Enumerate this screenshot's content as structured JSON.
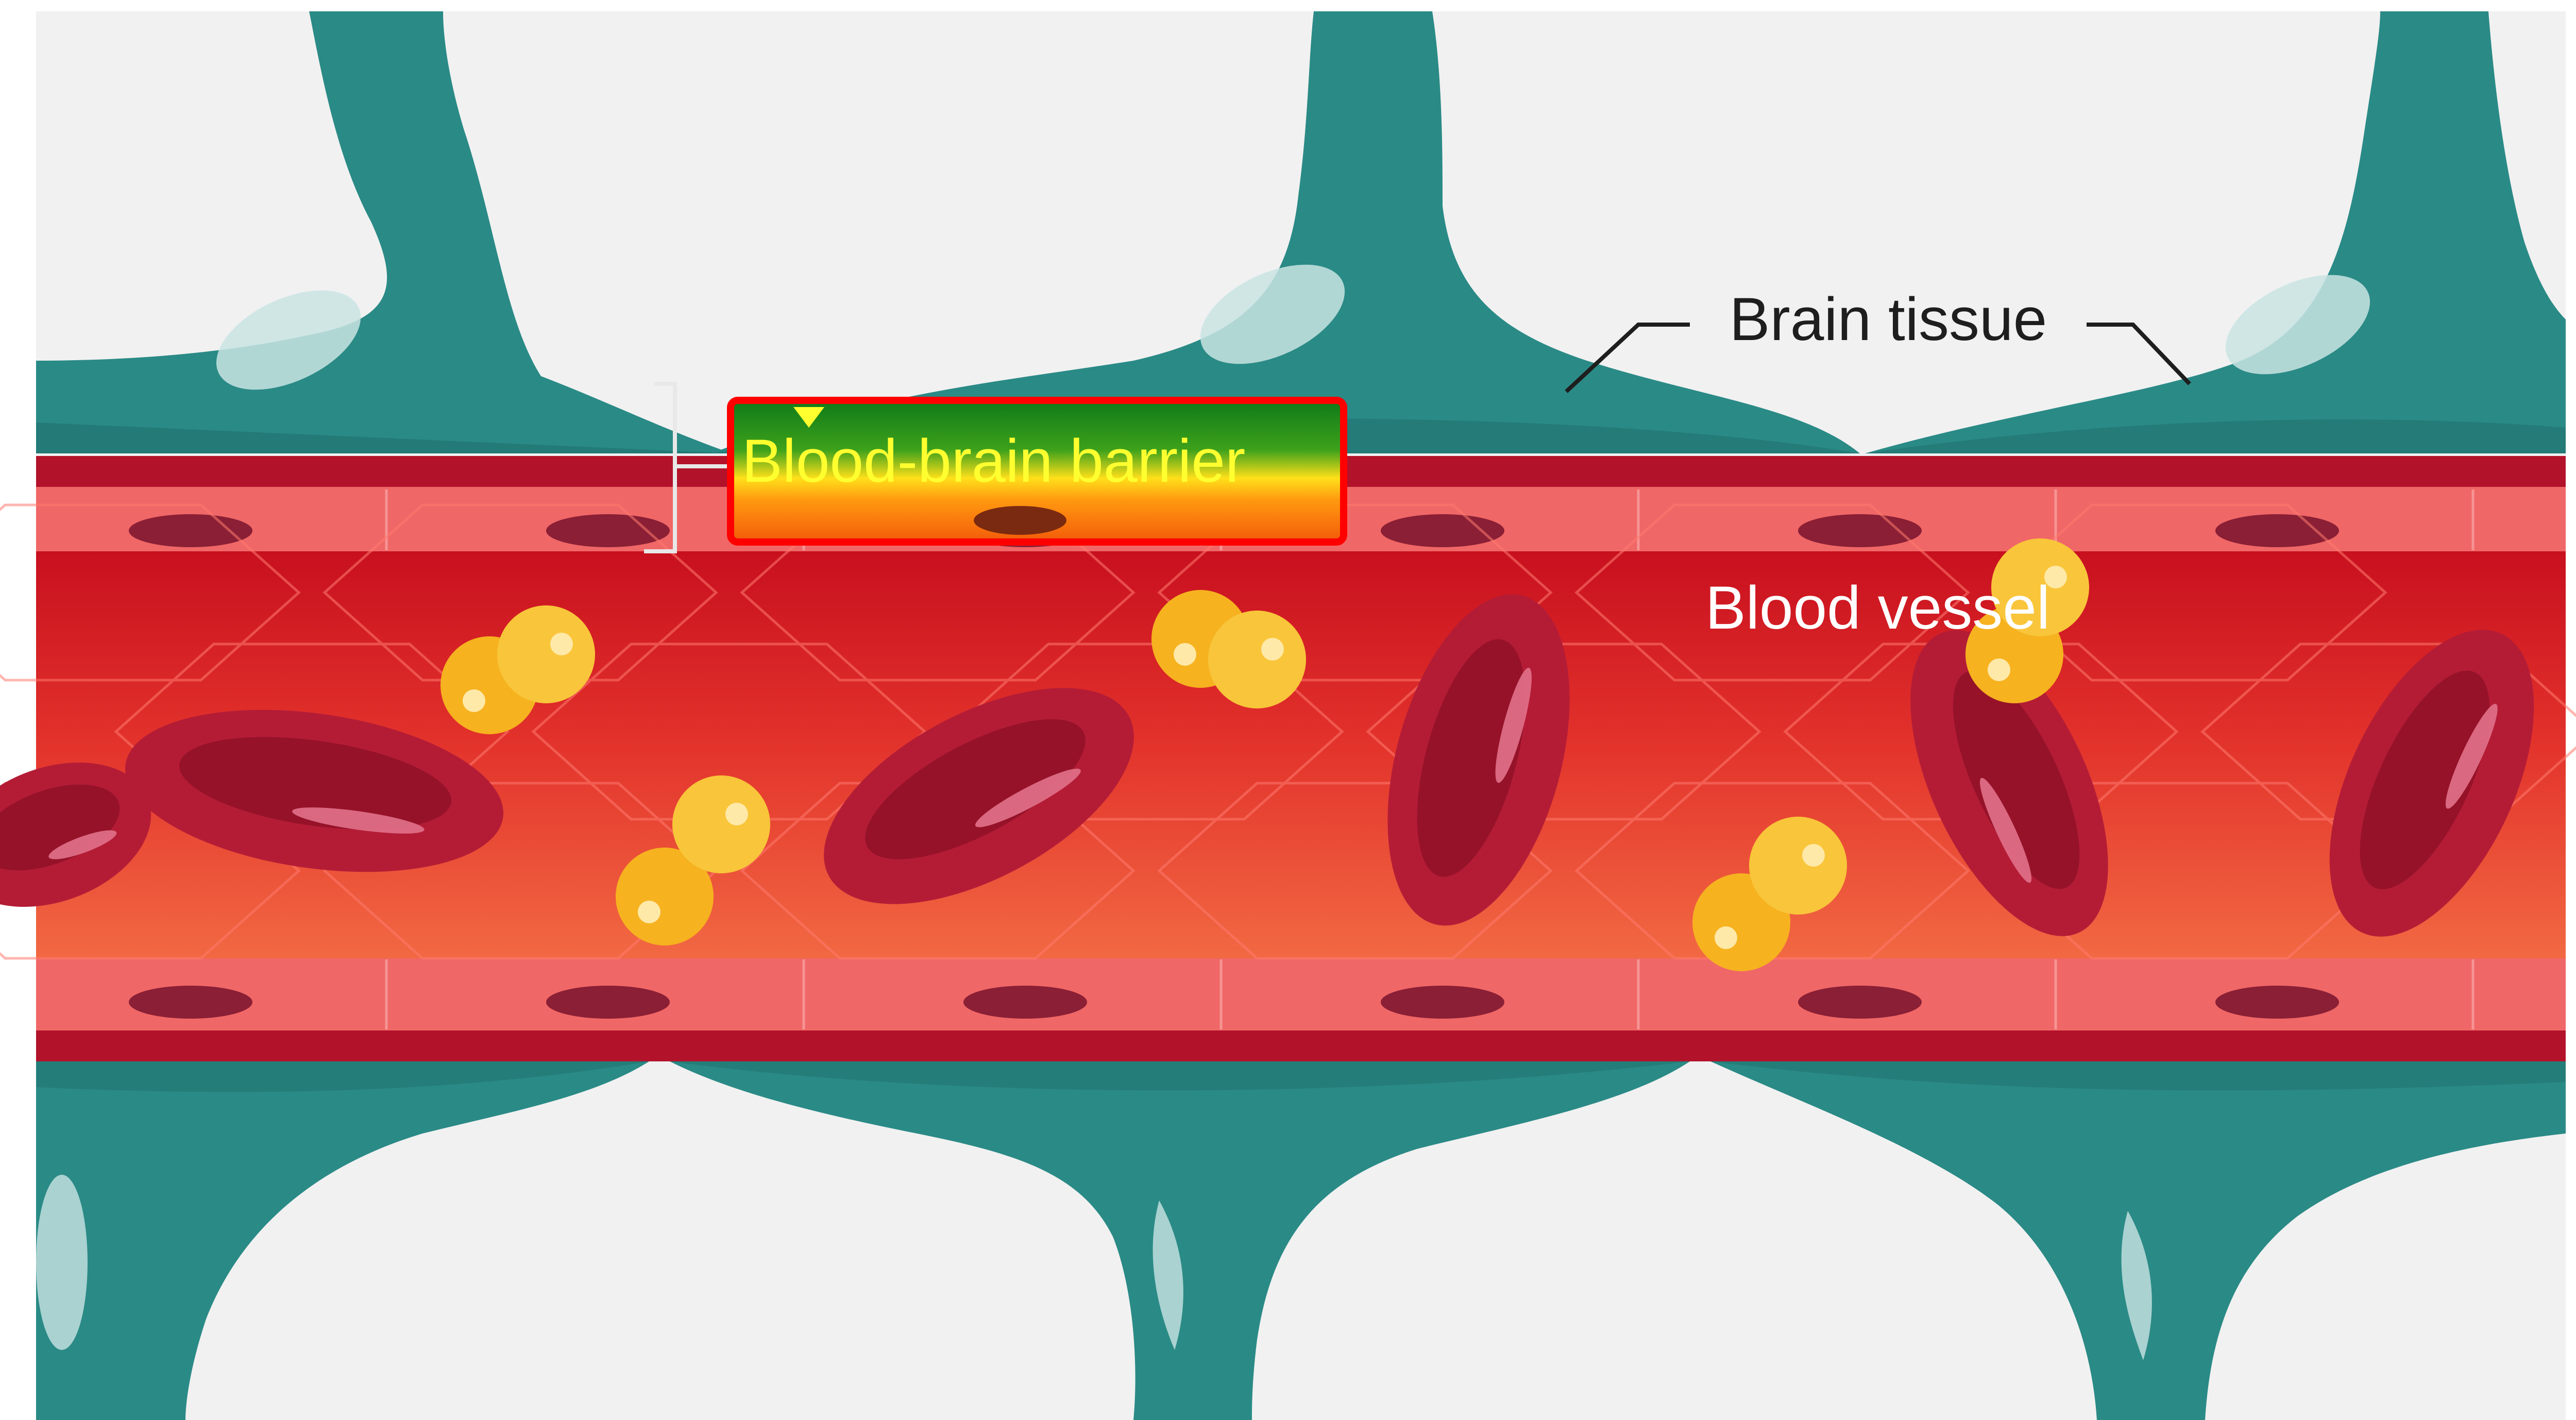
{
  "labels": {
    "brain_tissue": "Brain tissue",
    "blood_brain_barrier": "Blood-brain barrier",
    "blood_vessel": "Blood vessel"
  },
  "colors": {
    "background": "#f1f1f1",
    "astrocyte_teal": "#2a8a86",
    "astrocyte_dark": "#1f6f6c",
    "astrocyte_highlight": "#c9e4e3",
    "vessel_wall": "#b3122b",
    "endothelial_pink": "#f06767",
    "lumen_red": "#e2312b",
    "red_blood_cell": "#b41c36",
    "nanoparticle_yellow": "#f6b21f",
    "highlight_box_border": "#ff0000",
    "highlight_band_green": "#2c8a1e",
    "highlight_band_orange": "#f35a0a",
    "highlight_text_yellow": "#ffff30",
    "label_text": "#1e1e1e"
  },
  "highlight": {
    "target": "blood_brain_barrier"
  }
}
